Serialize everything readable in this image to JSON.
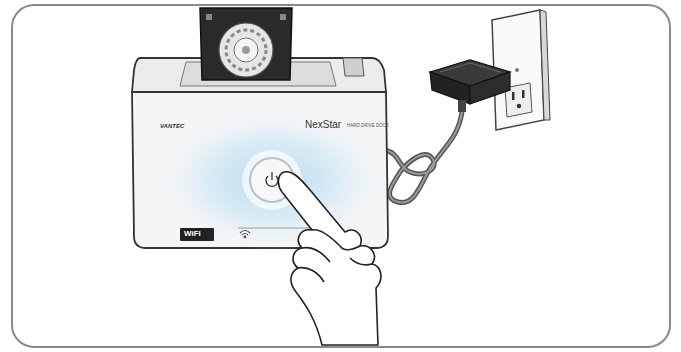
{
  "diagram": {
    "labels": [
      "VANTEC",
      "NexStar",
      "HARD DRIVE DOCK",
      "WiFi"
    ]
  }
}
